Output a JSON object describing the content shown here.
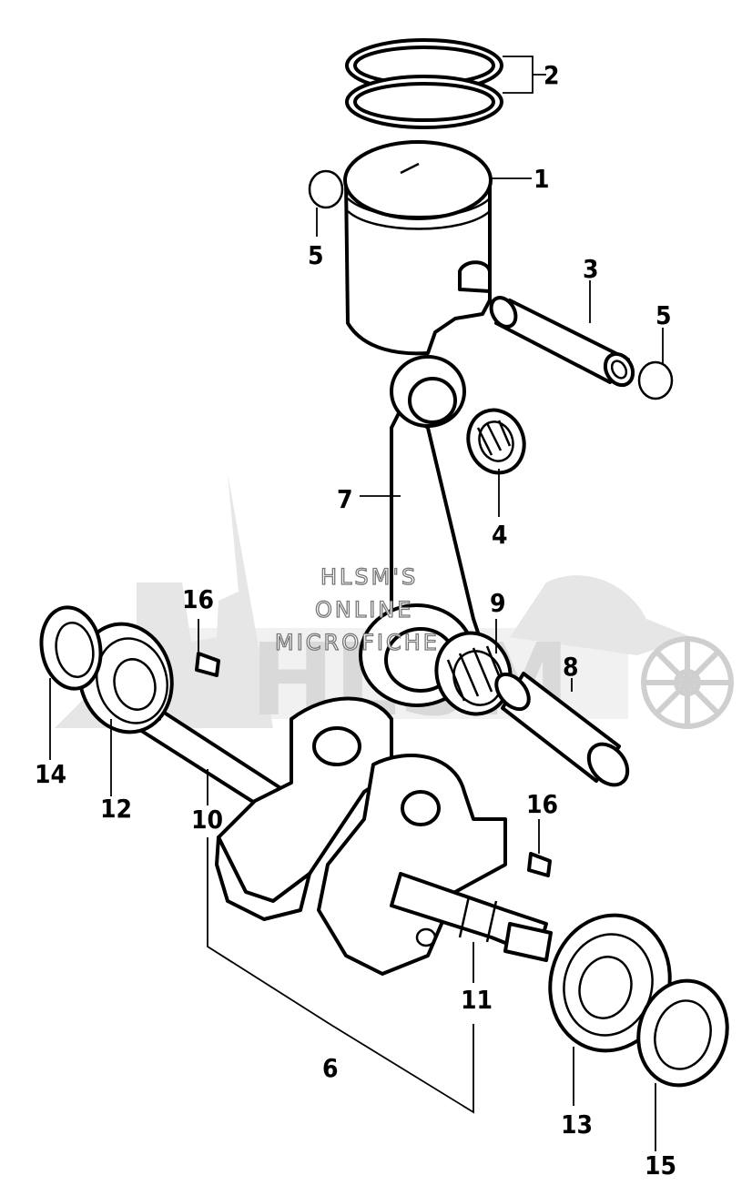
{
  "watermark": {
    "lines": [
      "HLSM'S",
      "ONLINE",
      "MICROFICHE"
    ]
  },
  "callouts": {
    "c1": "1",
    "c2": "2",
    "c3": "3",
    "c4": "4",
    "c5a": "5",
    "c5b": "5",
    "c6": "6",
    "c7": "7",
    "c8": "8",
    "c9": "9",
    "c10": "10",
    "c11": "11",
    "c12": "12",
    "c13": "13",
    "c14": "14",
    "c15": "15",
    "c16a": "16",
    "c16b": "16"
  }
}
